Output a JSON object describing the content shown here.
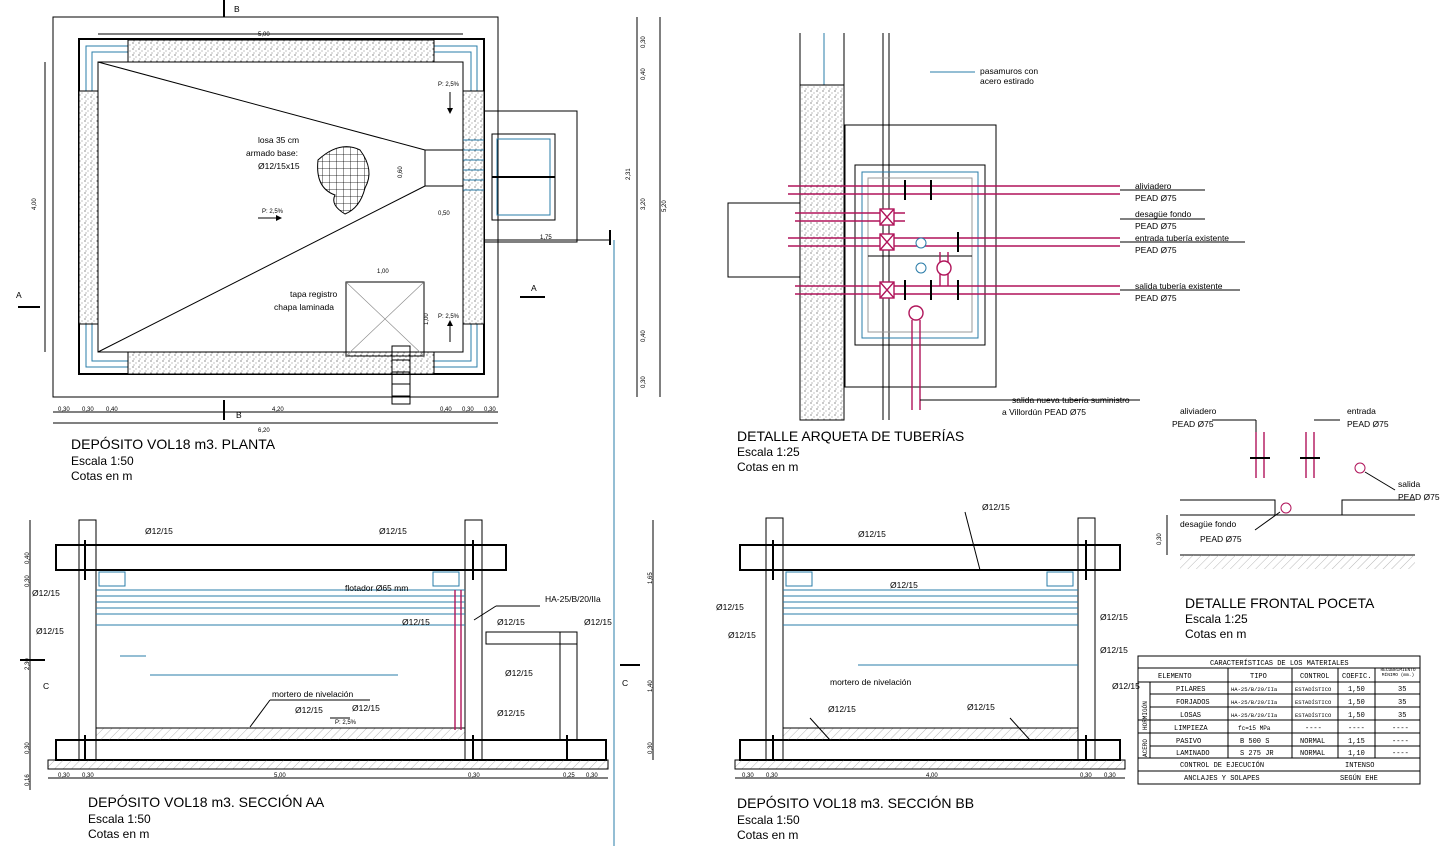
{
  "planta": {
    "title": "DEPÓSITO VOL18 m3. PLANTA",
    "scale": "Escala 1:50",
    "units": "Cotas en m",
    "labels": {
      "losa1": "losa 35 cm",
      "losa2": "armado base:",
      "losa3": "Ø12/15x15",
      "tapa1": "tapa registro",
      "tapa2": "chapa laminada",
      "slope": "P: 2,5%",
      "sec_a": "A",
      "sec_b": "B"
    },
    "dims_top": "5,00",
    "dims_left": "4,00",
    "dims_bottom": [
      "0,30",
      "0,30",
      "0,40",
      "4,20",
      "0,40",
      "0,30",
      "0,30"
    ],
    "dims_total": "6,20",
    "dims_right": [
      "0,30",
      "0,40",
      "2,31",
      "3,20",
      "5,20",
      "0,40",
      "0,30"
    ],
    "dims_misc": {
      "d175": "1,75",
      "d100a": "1,00",
      "d100b": "1,00",
      "d050": "0,50",
      "d060": "0,60"
    }
  },
  "arqueta": {
    "title": "DETALLE ARQUETA  DE TUBERÍAS",
    "scale": "Escala 1:25",
    "units": "Cotas en m",
    "pasamuros1": "pasamuros con",
    "pasamuros2": "acero estirado",
    "pipes": [
      {
        "name": "aliviadero",
        "spec": "PEAD Ø75"
      },
      {
        "name": "desagüe fondo",
        "spec": "PEAD Ø75"
      },
      {
        "name": "entrada tubería existente",
        "spec": "PEAD Ø75"
      },
      {
        "name": "salida tubería existente",
        "spec": "PEAD Ø75"
      }
    ],
    "salida_nueva1": "salida nueva tubería suministro",
    "salida_nueva2": "a Villordún PEAD Ø75"
  },
  "poceta": {
    "title": "DETALLE FRONTAL POCETA",
    "scale": "Escala 1:25",
    "units": "Cotas en m",
    "aliviadero": "aliviadero",
    "entrada": "entrada",
    "salida": "salida",
    "desague": "desagüe fondo",
    "pead": "PEAD Ø75",
    "dim": "0,30"
  },
  "seccion_aa": {
    "title": "DEPÓSITO VOL18 m3. SECCIÓN AA",
    "scale": "Escala 1:50",
    "units": "Cotas en m",
    "rebar": "Ø12/15",
    "flotador": "flotador Ø65 mm",
    "concrete": "HA-25/B/20/IIa",
    "mortero": "mortero de nivelación",
    "slope": "P: 2,5%",
    "sec_c": "C",
    "dims_bottom": [
      "0,30",
      "0,30",
      "5,00",
      "0,30",
      "0,25",
      "0,30"
    ],
    "dims_left": [
      "0,40",
      "0,30",
      "2,30",
      "0,30",
      "0,16"
    ],
    "dims_right": [
      "1,65",
      "1,40",
      "0,30"
    ]
  },
  "seccion_bb": {
    "title": "DEPÓSITO VOL18 m3. SECCIÓN BB",
    "scale": "Escala 1:50",
    "units": "Cotas en m",
    "rebar": "Ø12/15",
    "mortero": "mortero de nivelación",
    "dims_bottom": [
      "0,30",
      "0,30",
      "4,00",
      "0,30",
      "0,30"
    ]
  },
  "materials_table": {
    "title": "CARACTERÍSTICAS DE LOS MATERIALES",
    "headers": [
      "ELEMENTO",
      "TIPO",
      "CONTROL",
      "COEFIC.",
      "RECUBRIMIENTO MÍNIMO (mm.)"
    ],
    "group_hormigon": "HORMIGÓN",
    "group_acero": "ACERO",
    "rows": [
      [
        "PILARES",
        "HA-25/B/20/IIa",
        "ESTADÍSTICO",
        "1,50",
        "35"
      ],
      [
        "FORJADOS",
        "HA-25/B/20/IIa",
        "ESTADÍSTICO",
        "1,50",
        "35"
      ],
      [
        "LOSAS",
        "HA-25/B/20/IIa",
        "ESTADÍSTICO",
        "1,50",
        "35"
      ],
      [
        "LIMPIEZA",
        "fc=15 MPa",
        "----",
        "----",
        "----"
      ],
      [
        "PASIVO",
        "B 500 S",
        "NORMAL",
        "1,15",
        "----"
      ],
      [
        "LAMINADO",
        "S 275 JR",
        "NORMAL",
        "1,10",
        "----"
      ]
    ],
    "control_label": "CONTROL DE EJECUCIÓN",
    "control_value": "INTENSO",
    "anclajes_label": "ANCLAJES Y SOLAPES",
    "anclajes_value": "SEGÚN EHE"
  }
}
